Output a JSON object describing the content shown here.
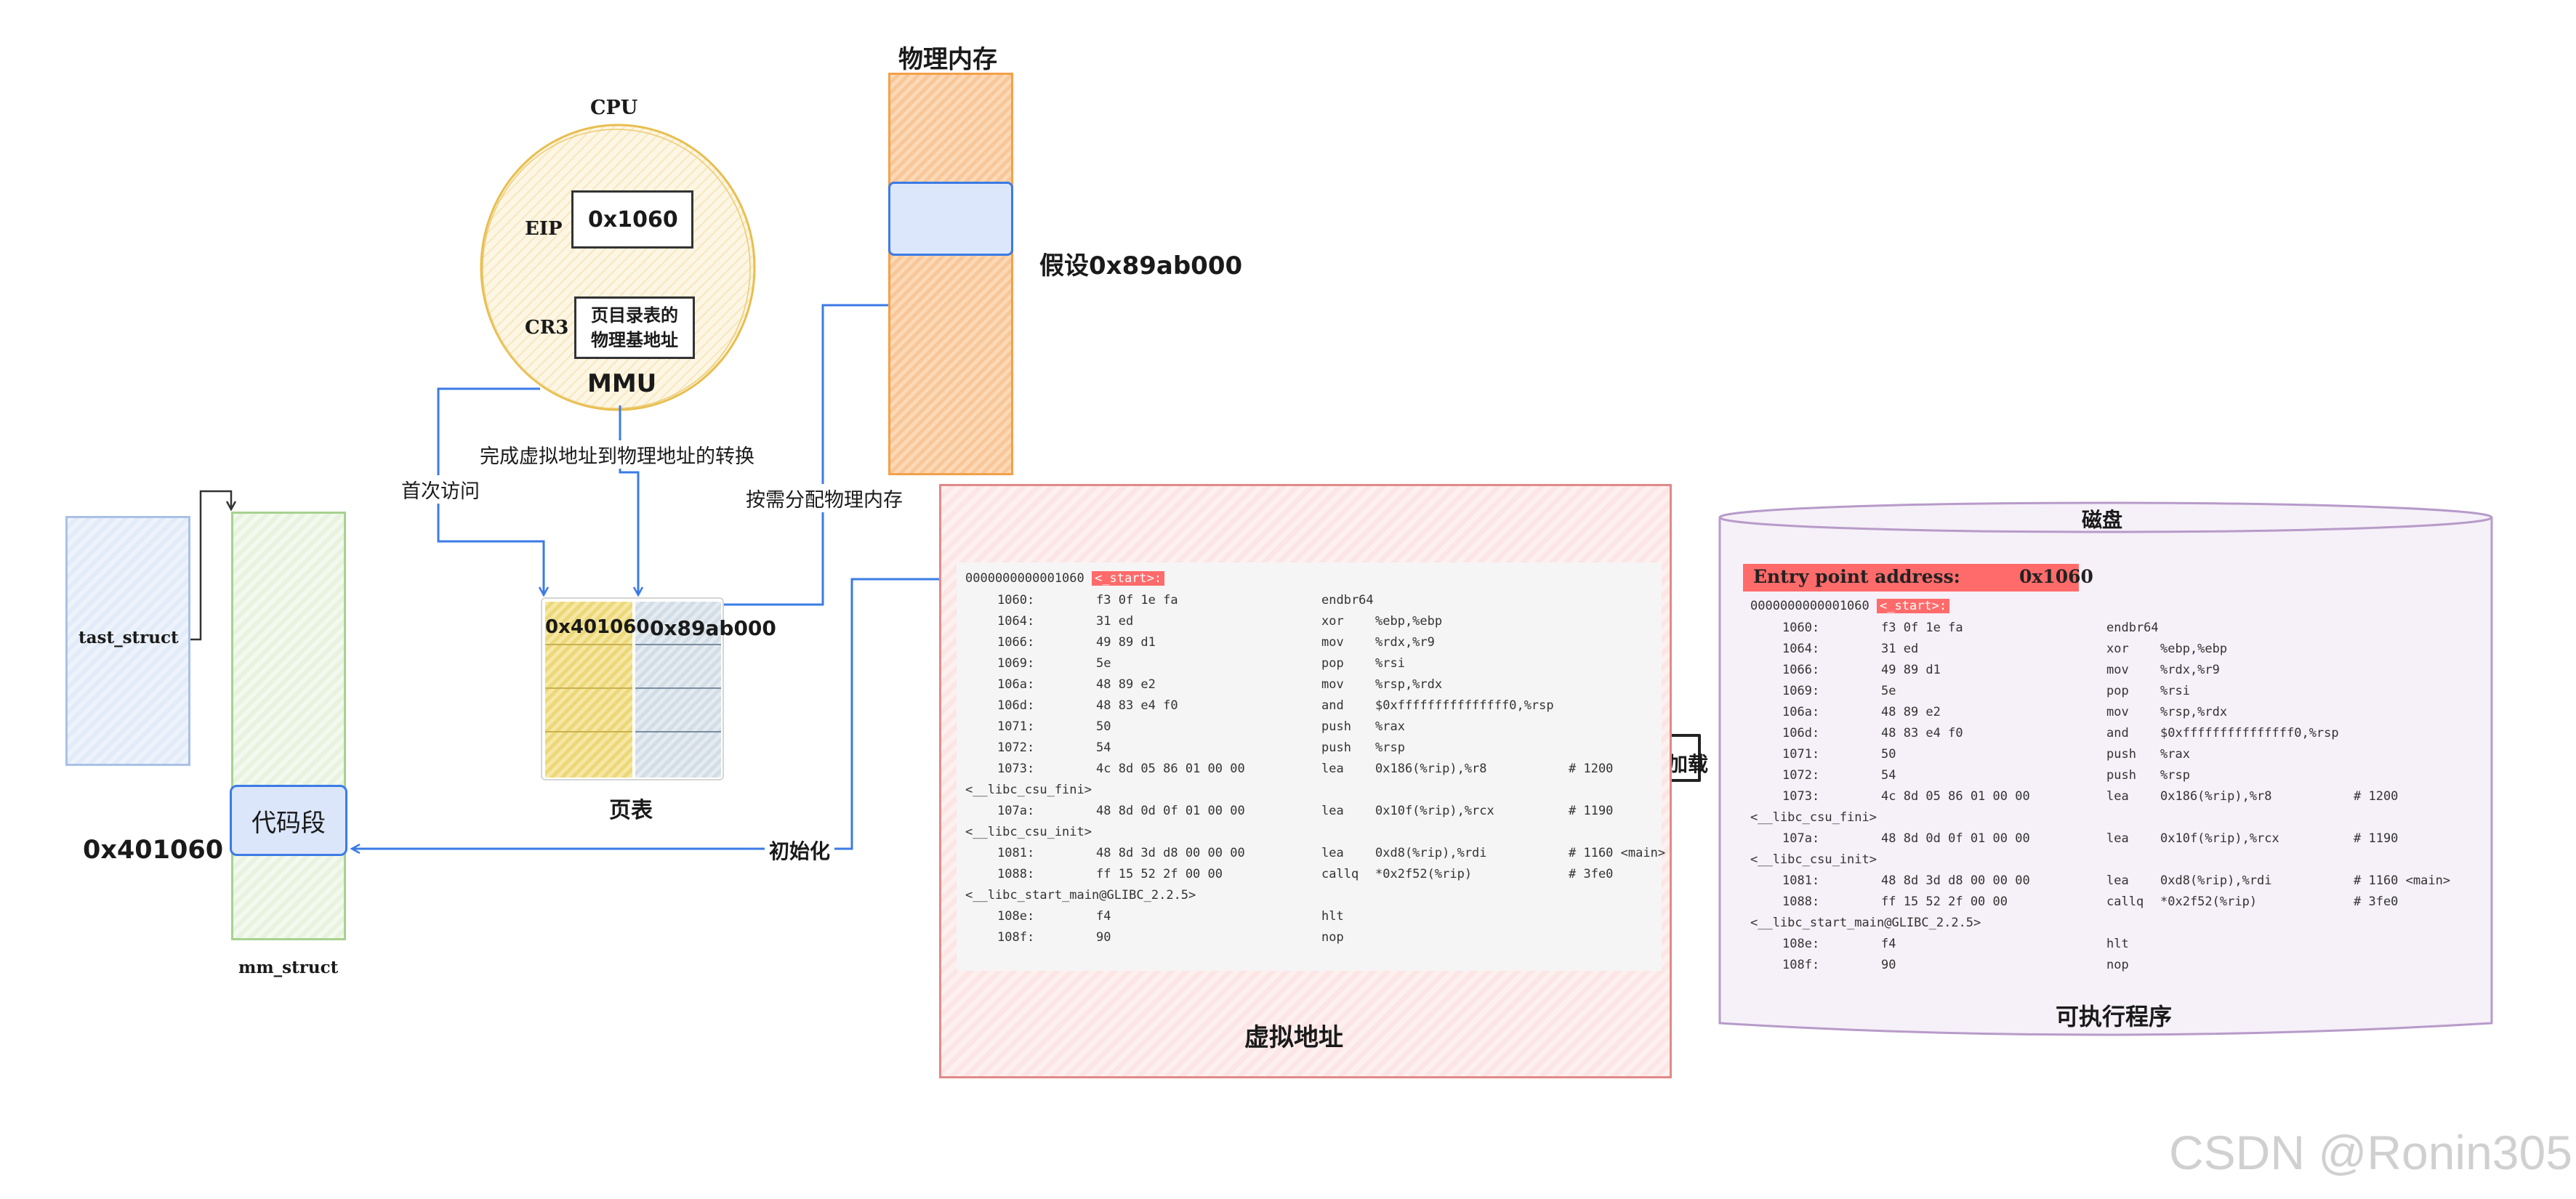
{
  "cpu": {
    "title": "CPU",
    "eip_label": "EIP",
    "eip_value": "0x1060",
    "cr3_label": "CR3",
    "cr3_value_line1": "页目录表的",
    "cr3_value_line2": "物理基地址",
    "mmu_label": "MMU"
  },
  "physical_memory": {
    "title": "物理内存",
    "assume_label": "假设0x89ab000"
  },
  "arrows": {
    "first_access": "首次访问",
    "translation": "完成虚拟地址到物理地址的转换",
    "alloc_on_demand": "按需分配物理内存",
    "initialize": "初始化",
    "load": "加载"
  },
  "page_table": {
    "title": "页表",
    "virtual_addr": "0x401060",
    "physical_addr": "0x89ab000"
  },
  "process": {
    "task_struct_label": "tast_struct",
    "mm_struct_label": "mm_struct",
    "code_segment_label": "代码段",
    "code_address": "0x401060"
  },
  "virtual_address": {
    "title": "虚拟地址",
    "start_line_addr": "0000000000001060",
    "start_tag": "<_start>:",
    "rows": [
      {
        "type": "ins",
        "addr": "1060:",
        "bytes": "f3 0f 1e fa",
        "op": "endbr64",
        "args": "",
        "comment": ""
      },
      {
        "type": "ins",
        "addr": "1064:",
        "bytes": "31 ed",
        "op": "xor",
        "args": "%ebp,%ebp",
        "comment": ""
      },
      {
        "type": "ins",
        "addr": "1066:",
        "bytes": "49 89 d1",
        "op": "mov",
        "args": "%rdx,%r9",
        "comment": ""
      },
      {
        "type": "ins",
        "addr": "1069:",
        "bytes": "5e",
        "op": "pop",
        "args": "%rsi",
        "comment": ""
      },
      {
        "type": "ins",
        "addr": "106a:",
        "bytes": "48 89 e2",
        "op": "mov",
        "args": "%rsp,%rdx",
        "comment": ""
      },
      {
        "type": "ins",
        "addr": "106d:",
        "bytes": "48 83 e4 f0",
        "op": "and",
        "args": "$0xfffffffffffffff0,%rsp",
        "comment": ""
      },
      {
        "type": "ins",
        "addr": "1071:",
        "bytes": "50",
        "op": "push",
        "args": "%rax",
        "comment": ""
      },
      {
        "type": "ins",
        "addr": "1072:",
        "bytes": "54",
        "op": "push",
        "args": "%rsp",
        "comment": ""
      },
      {
        "type": "ins",
        "addr": "1073:",
        "bytes": "4c 8d 05 86 01 00 00",
        "op": "lea",
        "args": "0x186(%rip),%r8",
        "comment": "# 1200"
      },
      {
        "type": "sym",
        "text": "<__libc_csu_fini>"
      },
      {
        "type": "ins",
        "addr": "107a:",
        "bytes": "48 8d 0d 0f 01 00 00",
        "op": "lea",
        "args": "0x10f(%rip),%rcx",
        "comment": "# 1190"
      },
      {
        "type": "sym",
        "text": "<__libc_csu_init>"
      },
      {
        "type": "ins",
        "addr": "1081:",
        "bytes": "48 8d 3d d8 00 00 00",
        "op": "lea",
        "args": "0xd8(%rip),%rdi",
        "comment": "# 1160 <main>"
      },
      {
        "type": "ins",
        "addr": "1088:",
        "bytes": "ff 15 52 2f 00 00",
        "op": "callq",
        "args": "*0x2f52(%rip)",
        "comment": "# 3fe0"
      },
      {
        "type": "sym",
        "text": "<__libc_start_main@GLIBC_2.2.5>"
      },
      {
        "type": "ins",
        "addr": "108e:",
        "bytes": "f4",
        "op": "hlt",
        "args": "",
        "comment": ""
      },
      {
        "type": "ins",
        "addr": "108f:",
        "bytes": "90",
        "op": "nop",
        "args": "",
        "comment": ""
      }
    ]
  },
  "disk": {
    "title": "磁盘",
    "subtitle": "可执行程序",
    "entry_label": "Entry point address:",
    "entry_value": "0x1060",
    "start_line_addr": "0000000000001060",
    "start_tag": "<_start>:",
    "rows": [
      {
        "type": "ins",
        "addr": "1060:",
        "bytes": "f3 0f 1e fa",
        "op": "endbr64",
        "args": "",
        "comment": ""
      },
      {
        "type": "ins",
        "addr": "1064:",
        "bytes": "31 ed",
        "op": "xor",
        "args": "%ebp,%ebp",
        "comment": ""
      },
      {
        "type": "ins",
        "addr": "1066:",
        "bytes": "49 89 d1",
        "op": "mov",
        "args": "%rdx,%r9",
        "comment": ""
      },
      {
        "type": "ins",
        "addr": "1069:",
        "bytes": "5e",
        "op": "pop",
        "args": "%rsi",
        "comment": ""
      },
      {
        "type": "ins",
        "addr": "106a:",
        "bytes": "48 89 e2",
        "op": "mov",
        "args": "%rsp,%rdx",
        "comment": ""
      },
      {
        "type": "ins",
        "addr": "106d:",
        "bytes": "48 83 e4 f0",
        "op": "and",
        "args": "$0xfffffffffffffff0,%rsp",
        "comment": ""
      },
      {
        "type": "ins",
        "addr": "1071:",
        "bytes": "50",
        "op": "push",
        "args": "%rax",
        "comment": ""
      },
      {
        "type": "ins",
        "addr": "1072:",
        "bytes": "54",
        "op": "push",
        "args": "%rsp",
        "comment": ""
      },
      {
        "type": "ins",
        "addr": "1073:",
        "bytes": "4c 8d 05 86 01 00 00",
        "op": "lea",
        "args": "0x186(%rip),%r8",
        "comment": "# 1200"
      },
      {
        "type": "sym",
        "text": "<__libc_csu_fini>"
      },
      {
        "type": "ins",
        "addr": "107a:",
        "bytes": "48 8d 0d 0f 01 00 00",
        "op": "lea",
        "args": "0x10f(%rip),%rcx",
        "comment": "# 1190"
      },
      {
        "type": "sym",
        "text": "<__libc_csu_init>"
      },
      {
        "type": "ins",
        "addr": "1081:",
        "bytes": "48 8d 3d d8 00 00 00",
        "op": "lea",
        "args": "0xd8(%rip),%rdi",
        "comment": "# 1160 <main>"
      },
      {
        "type": "ins",
        "addr": "1088:",
        "bytes": "ff 15 52 2f 00 00",
        "op": "callq",
        "args": "*0x2f52(%rip)",
        "comment": "# 3fe0"
      },
      {
        "type": "sym",
        "text": "<__libc_start_main@GLIBC_2.2.5>"
      },
      {
        "type": "ins",
        "addr": "108e:",
        "bytes": "f4",
        "op": "hlt",
        "args": "",
        "comment": ""
      },
      {
        "type": "ins",
        "addr": "108f:",
        "bytes": "90",
        "op": "nop",
        "args": "",
        "comment": ""
      }
    ]
  },
  "watermark": "CSDN @Ronin305",
  "colors": {
    "arrow_blue": "#3b7be6",
    "cpu_circle": "#e9be4f",
    "memory_orange": "#f4a04a",
    "virtual_red": "#e08a88",
    "disk_purple": "#b79bc9",
    "entry_red": "#ff6b6b"
  }
}
